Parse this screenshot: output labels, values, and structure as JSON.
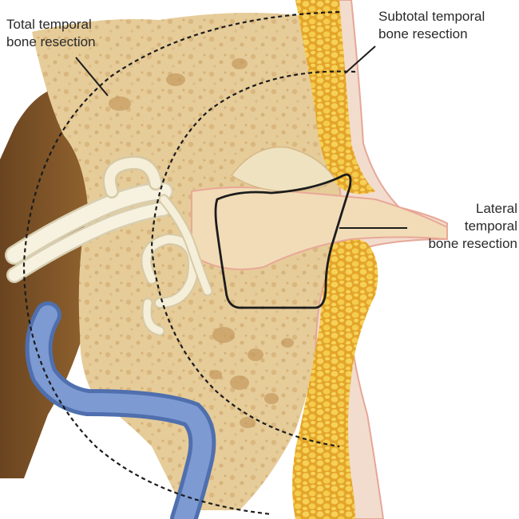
{
  "labels": {
    "total": "Total temporal\nbone resection",
    "subtotal": "Subtotal temporal\nbone resection",
    "lateral": "Lateral\ntemporal\nbone resection"
  },
  "colors": {
    "bone": "#e7cfa0",
    "bone_dark": "#d4b27a",
    "marrow": "#f3c74f",
    "marrow_dark": "#e0a928",
    "skin": "#f1d8c8",
    "skin_edge": "#e7a79a",
    "vessel": "#6f8fca",
    "vessel_edge": "#4f6fae",
    "nerve": "#f5efd9",
    "brain_dark": "#7a5328",
    "resection_line": "#1c1c1c"
  },
  "icons": {
    "anatomy": "temporal-bone-cross-section-illustration"
  }
}
